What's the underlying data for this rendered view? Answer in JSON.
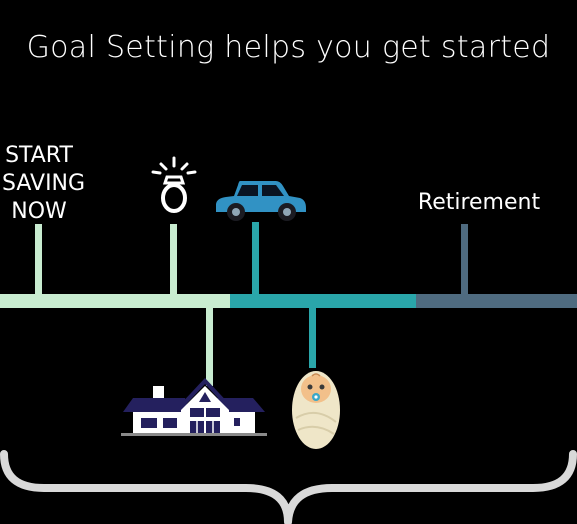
{
  "title": "Goal Setting helps you get started",
  "start_label": [
    "START",
    "SAVING",
    "NOW"
  ],
  "retirement_label": "Retirement",
  "colors": {
    "background": "#000000",
    "timeline_light": "#c8ecd0",
    "timeline_teal": "#2aa6aa",
    "timeline_slate": "#4f6b80",
    "car": "#3192c4",
    "house_roof": "#24205e",
    "baby_wrap": "#efe6c8",
    "brace": "#d9d9d9"
  },
  "icons": [
    "ring-icon",
    "car-icon",
    "house-icon",
    "baby-icon",
    "brace-shape"
  ]
}
